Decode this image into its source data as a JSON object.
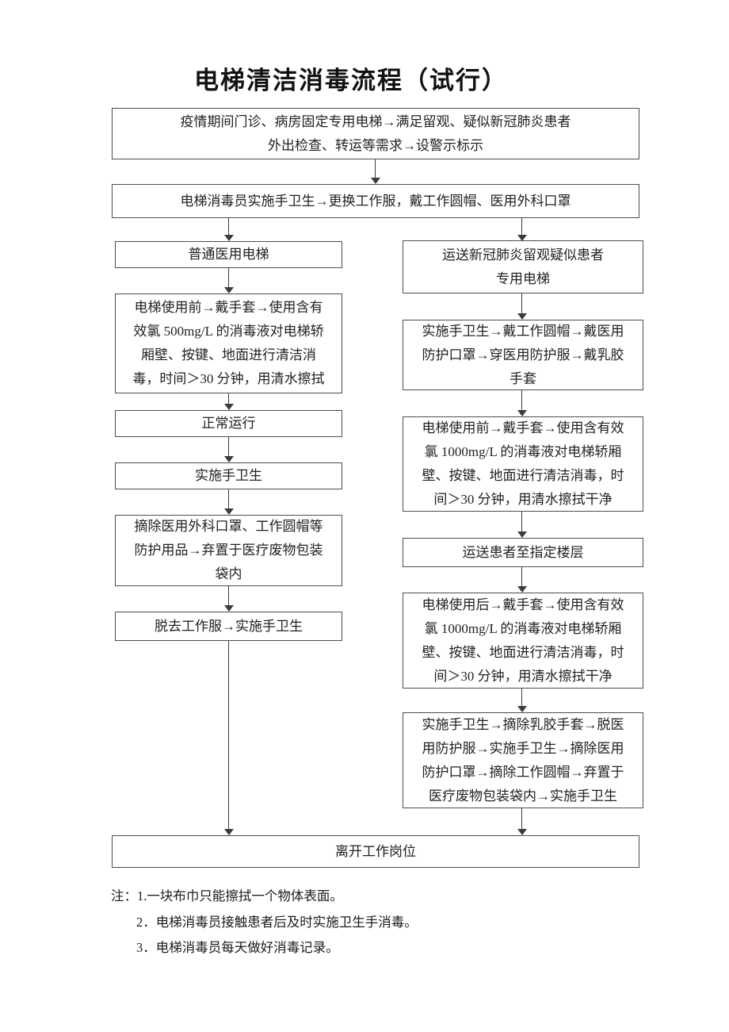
{
  "title": "电梯清洁消毒流程（试行）",
  "flow": {
    "header1": "疫情期间门诊、病房固定专用电梯→满足留观、疑似新冠肺炎患者\n外出检查、转运等需求→设警示标示",
    "header2": "电梯消毒员实施手卫生→更换工作服，戴工作圆帽、医用外科口罩",
    "left": {
      "step1": "普通医用电梯",
      "step2": "电梯使用前→戴手套→使用含有\n效氯 500mg/L 的消毒液对电梯轿\n厢壁、按键、地面进行清洁消\n毒，时间＞30 分钟，用清水擦拭",
      "step3": "正常运行",
      "step4": "实施手卫生",
      "step5": "摘除医用外科口罩、工作圆帽等\n防护用品→弃置于医疗废物包装\n袋内",
      "step6": "脱去工作服→实施手卫生"
    },
    "right": {
      "step1": "运送新冠肺炎留观疑似患者\n专用电梯",
      "step2": "实施手卫生→戴工作圆帽→戴医用\n防护口罩→穿医用防护服→戴乳胶\n手套",
      "step3": "电梯使用前→戴手套→使用含有效\n氯 1000mg/L 的消毒液对电梯轿厢\n壁、按键、地面进行清洁消毒，时\n间＞30 分钟，用清水擦拭干净",
      "step4": "运送患者至指定楼层",
      "step5": "电梯使用后→戴手套→使用含有效\n氯 1000mg/L 的消毒液对电梯轿厢\n壁、按键、地面进行清洁消毒，时\n间＞30 分钟，用清水擦拭干净",
      "step6": "实施手卫生→摘除乳胶手套→脱医\n用防护服→实施手卫生→摘除医用\n防护口罩→摘除工作圆帽→弃置于\n医疗废物包装袋内→实施手卫生"
    },
    "footer": "离开工作岗位"
  },
  "notes": {
    "line1": "注：1.一块布巾只能擦拭一个物体表面。",
    "line2": "2．电梯消毒员接触患者后及时实施卫生手消毒。",
    "line3": "3．电梯消毒员每天做好消毒记录。"
  }
}
